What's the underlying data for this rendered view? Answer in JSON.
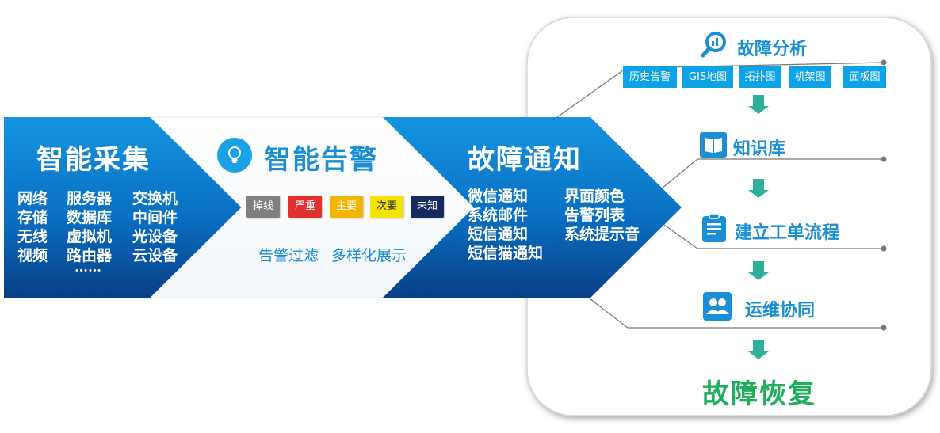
{
  "collect": {
    "title": "智能采集",
    "items": [
      "网络",
      "服务器",
      "交换机",
      "存储",
      "数据库",
      "中间件",
      "无线",
      "虚拟机",
      "光设备",
      "视频",
      "路由器",
      "云设备"
    ],
    "more": "……"
  },
  "alarm": {
    "title": "智能告警",
    "tags": [
      {
        "label": "掉线",
        "color": "#7f7f7f"
      },
      {
        "label": "严重",
        "color": "#e0312f"
      },
      {
        "label": "主要",
        "color": "#f5b400"
      },
      {
        "label": "次要",
        "color": "#f2e300"
      },
      {
        "label": "未知",
        "color": "#17295e"
      }
    ],
    "features": [
      "告警过滤",
      "多样化展示"
    ]
  },
  "notify": {
    "title": "故障通知",
    "col1": [
      "微信通知",
      "系统邮件",
      "短信通知",
      "短信猫通知"
    ],
    "col2": [
      "界面颜色",
      "告警列表",
      "系统提示音"
    ]
  },
  "panel": {
    "analysis": {
      "title": "故障分析",
      "buttons": [
        "历史告警",
        "GIS地图",
        "拓扑图",
        "机架图",
        "面板图"
      ]
    },
    "knowledge": "知识库",
    "workorder": "建立工单流程",
    "cooperate": "运维协同",
    "recovery": "故障恢复"
  },
  "colors": {
    "blue": "#1a8fd6",
    "green": "#1fae5b",
    "arrow": "#2fae9a"
  }
}
